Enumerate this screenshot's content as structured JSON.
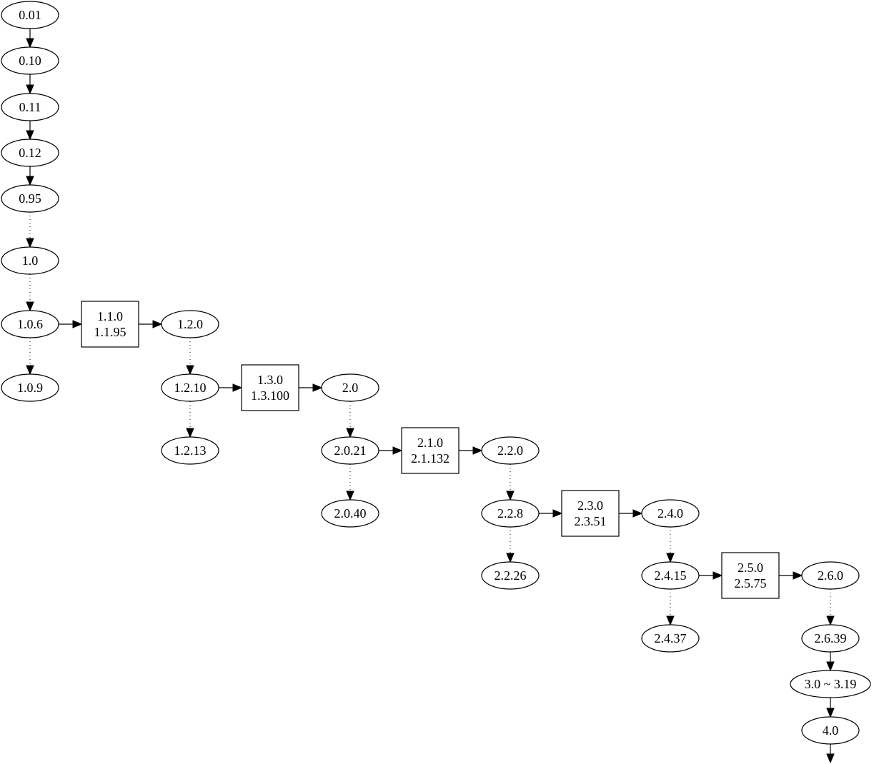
{
  "diagram": {
    "nodes": [
      {
        "id": "n001",
        "shape": "ellipse",
        "lines": [
          "0.01"
        ]
      },
      {
        "id": "n010",
        "shape": "ellipse",
        "lines": [
          "0.10"
        ]
      },
      {
        "id": "n011",
        "shape": "ellipse",
        "lines": [
          "0.11"
        ]
      },
      {
        "id": "n012",
        "shape": "ellipse",
        "lines": [
          "0.12"
        ]
      },
      {
        "id": "n095",
        "shape": "ellipse",
        "lines": [
          "0.95"
        ]
      },
      {
        "id": "n10",
        "shape": "ellipse",
        "lines": [
          "1.0"
        ]
      },
      {
        "id": "n106",
        "shape": "ellipse",
        "lines": [
          "1.0.6"
        ]
      },
      {
        "id": "n109",
        "shape": "ellipse",
        "lines": [
          "1.0.9"
        ]
      },
      {
        "id": "b11",
        "shape": "box",
        "lines": [
          "1.1.0",
          "1.1.95"
        ]
      },
      {
        "id": "n120",
        "shape": "ellipse",
        "lines": [
          "1.2.0"
        ]
      },
      {
        "id": "n1210",
        "shape": "ellipse",
        "lines": [
          "1.2.10"
        ]
      },
      {
        "id": "n1213",
        "shape": "ellipse",
        "lines": [
          "1.2.13"
        ]
      },
      {
        "id": "b13",
        "shape": "box",
        "lines": [
          "1.3.0",
          "1.3.100"
        ]
      },
      {
        "id": "n20",
        "shape": "ellipse",
        "lines": [
          "2.0"
        ]
      },
      {
        "id": "n2021",
        "shape": "ellipse",
        "lines": [
          "2.0.21"
        ]
      },
      {
        "id": "n2040",
        "shape": "ellipse",
        "lines": [
          "2.0.40"
        ]
      },
      {
        "id": "b21",
        "shape": "box",
        "lines": [
          "2.1.0",
          "2.1.132"
        ]
      },
      {
        "id": "n220",
        "shape": "ellipse",
        "lines": [
          "2.2.0"
        ]
      },
      {
        "id": "n228",
        "shape": "ellipse",
        "lines": [
          "2.2.8"
        ]
      },
      {
        "id": "n2226",
        "shape": "ellipse",
        "lines": [
          "2.2.26"
        ]
      },
      {
        "id": "b23",
        "shape": "box",
        "lines": [
          "2.3.0",
          "2.3.51"
        ]
      },
      {
        "id": "n240",
        "shape": "ellipse",
        "lines": [
          "2.4.0"
        ]
      },
      {
        "id": "n2415",
        "shape": "ellipse",
        "lines": [
          "2.4.15"
        ]
      },
      {
        "id": "n2437",
        "shape": "ellipse",
        "lines": [
          "2.4.37"
        ]
      },
      {
        "id": "b25",
        "shape": "box",
        "lines": [
          "2.5.0",
          "2.5.75"
        ]
      },
      {
        "id": "n260",
        "shape": "ellipse",
        "lines": [
          "2.6.0"
        ]
      },
      {
        "id": "n2639",
        "shape": "ellipse",
        "lines": [
          "2.6.39"
        ]
      },
      {
        "id": "n30",
        "shape": "ellipse",
        "lines": [
          "3.0 ~ 3.19"
        ]
      },
      {
        "id": "n40",
        "shape": "ellipse",
        "lines": [
          "4.0"
        ]
      }
    ],
    "edges": [
      {
        "from": "n001",
        "to": "n010",
        "style": "solid"
      },
      {
        "from": "n010",
        "to": "n011",
        "style": "solid"
      },
      {
        "from": "n011",
        "to": "n012",
        "style": "solid"
      },
      {
        "from": "n012",
        "to": "n095",
        "style": "solid"
      },
      {
        "from": "n095",
        "to": "n10",
        "style": "dotted"
      },
      {
        "from": "n10",
        "to": "n106",
        "style": "dotted"
      },
      {
        "from": "n106",
        "to": "n109",
        "style": "dotted"
      },
      {
        "from": "n106",
        "to": "b11",
        "style": "solid"
      },
      {
        "from": "b11",
        "to": "n120",
        "style": "solid"
      },
      {
        "from": "n120",
        "to": "n1210",
        "style": "dotted"
      },
      {
        "from": "n1210",
        "to": "n1213",
        "style": "dotted"
      },
      {
        "from": "n1210",
        "to": "b13",
        "style": "solid"
      },
      {
        "from": "b13",
        "to": "n20",
        "style": "solid"
      },
      {
        "from": "n20",
        "to": "n2021",
        "style": "dotted"
      },
      {
        "from": "n2021",
        "to": "n2040",
        "style": "dotted"
      },
      {
        "from": "n2021",
        "to": "b21",
        "style": "solid"
      },
      {
        "from": "b21",
        "to": "n220",
        "style": "solid"
      },
      {
        "from": "n220",
        "to": "n228",
        "style": "dotted"
      },
      {
        "from": "n228",
        "to": "n2226",
        "style": "dotted"
      },
      {
        "from": "n228",
        "to": "b23",
        "style": "solid"
      },
      {
        "from": "b23",
        "to": "n240",
        "style": "solid"
      },
      {
        "from": "n240",
        "to": "n2415",
        "style": "dotted"
      },
      {
        "from": "n2415",
        "to": "n2437",
        "style": "dotted"
      },
      {
        "from": "n2415",
        "to": "b25",
        "style": "solid"
      },
      {
        "from": "b25",
        "to": "n260",
        "style": "solid"
      },
      {
        "from": "n260",
        "to": "n2639",
        "style": "dotted"
      },
      {
        "from": "n2639",
        "to": "n30",
        "style": "solid"
      },
      {
        "from": "n30",
        "to": "n40",
        "style": "solid"
      },
      {
        "from": "n40",
        "to": null,
        "style": "solid"
      }
    ]
  }
}
